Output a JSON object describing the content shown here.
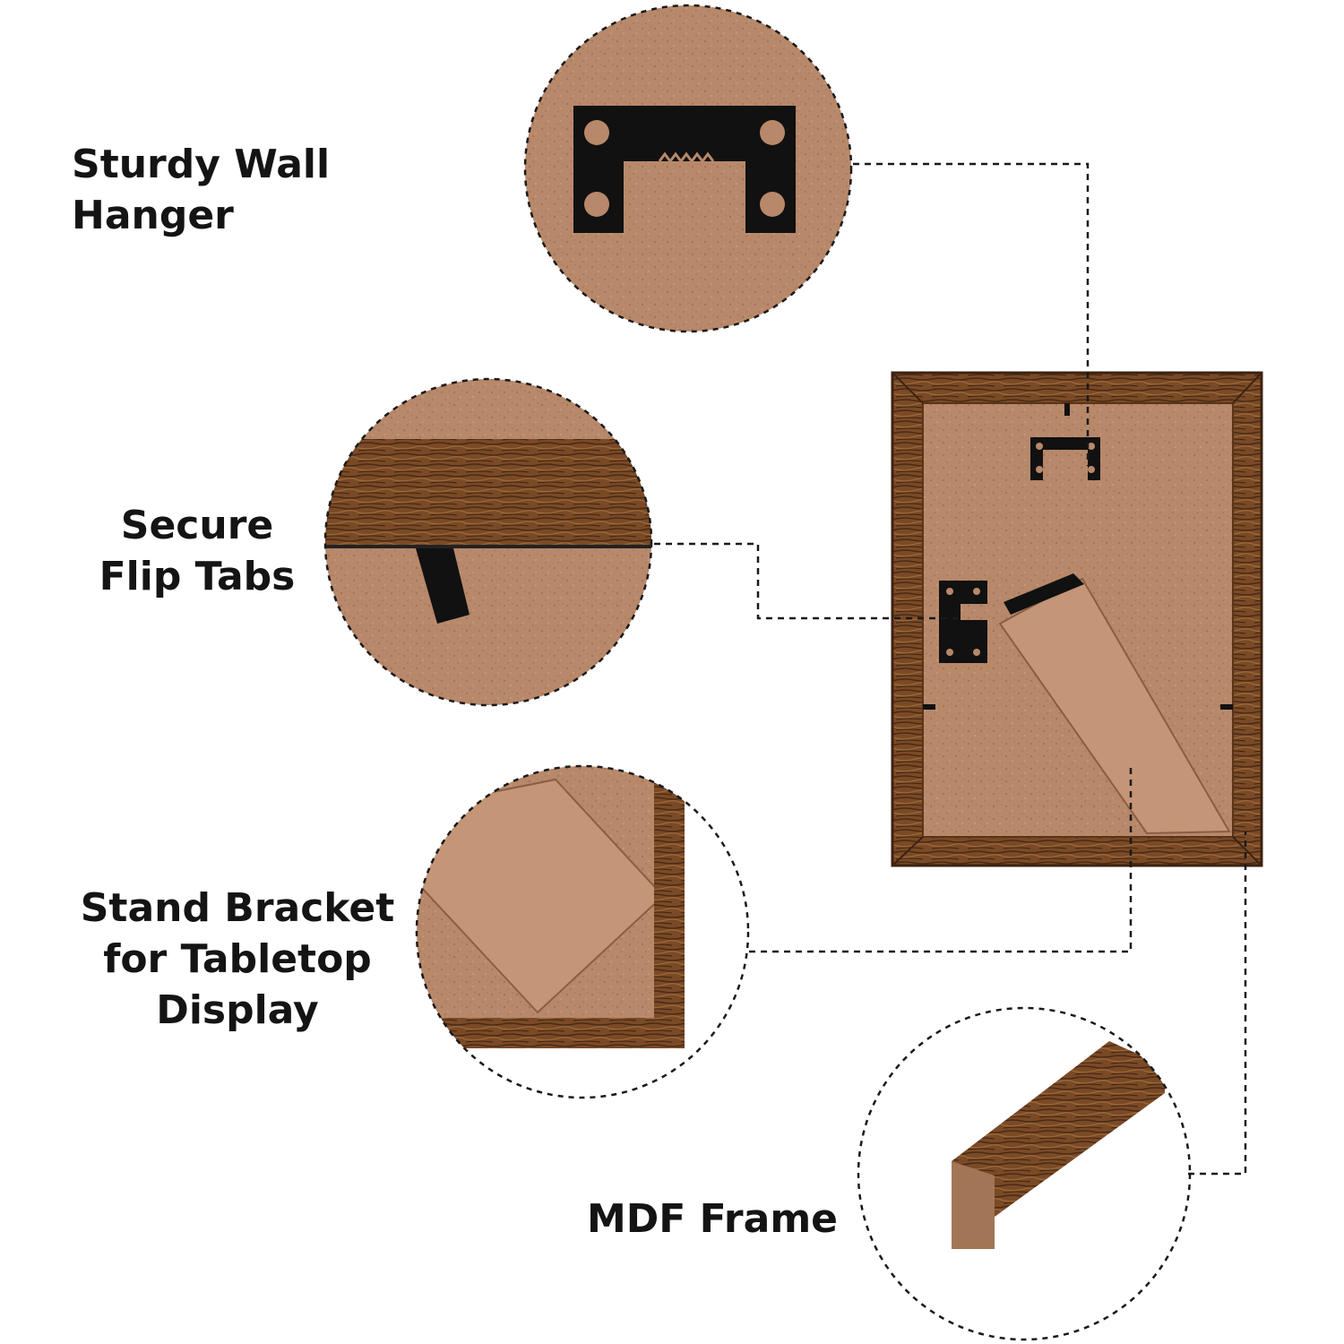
{
  "features": {
    "wall_hanger": {
      "label": "Sturdy Wall Hanger"
    },
    "flip_tabs": {
      "label_lines": [
        "Secure",
        "Flip Tabs"
      ]
    },
    "stand_bracket": {
      "label_lines": [
        "Stand Bracket",
        "for Tabletop",
        "Display"
      ]
    },
    "mdf_frame": {
      "label": "MDF Frame"
    }
  },
  "colors": {
    "cardboard": "#b8886a",
    "cardboard_dark": "#a27556",
    "wood_dark": "#4a2a16",
    "wood_mid": "#7a4a26",
    "wood_light": "#9b6838",
    "hardware": "#111111",
    "dashed_line": "#1a1a1a",
    "text": "#141414"
  },
  "icons": {
    "wall_hanger": "sawtooth-hanger-icon",
    "flip_tab": "flip-tab-icon",
    "stand": "easel-stand-icon"
  }
}
